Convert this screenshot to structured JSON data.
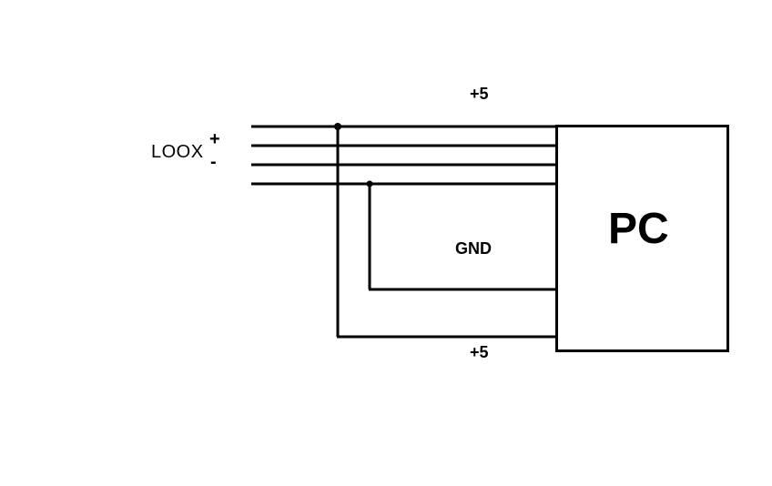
{
  "diagram": {
    "device_label": "LOOX",
    "plus_sign": "+",
    "minus_sign": "-",
    "top_voltage_label": "+5",
    "ground_label": "GND",
    "bottom_voltage_label": "+5",
    "pc_label": "PC",
    "line_color": "#000000",
    "background": "#ffffff"
  }
}
